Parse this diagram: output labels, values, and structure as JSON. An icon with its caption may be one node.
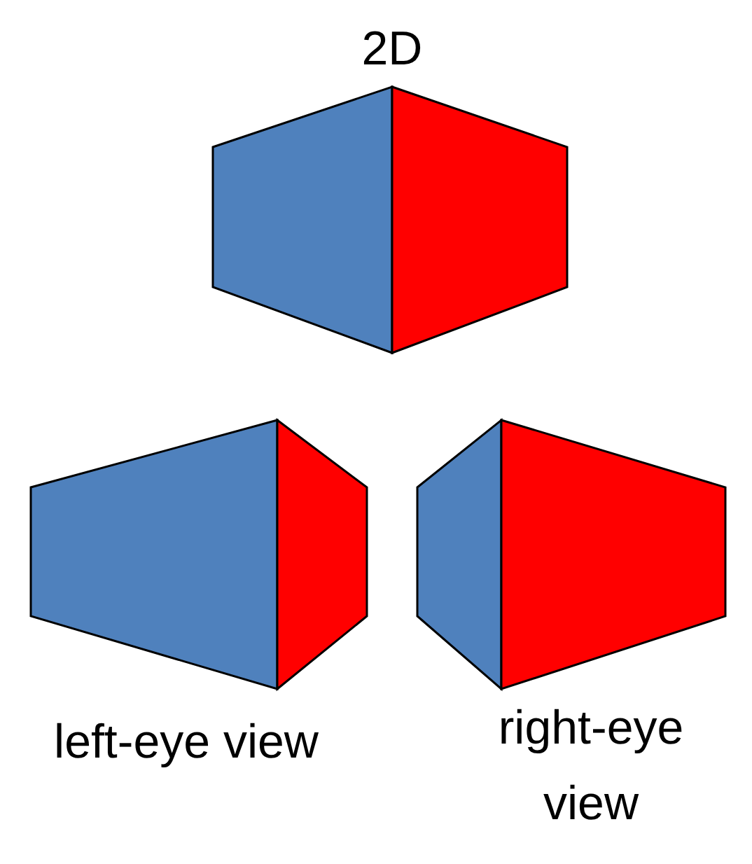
{
  "diagram": {
    "labels": [
      "2D",
      "left-eye view",
      "right-eye view"
    ]
  }
}
